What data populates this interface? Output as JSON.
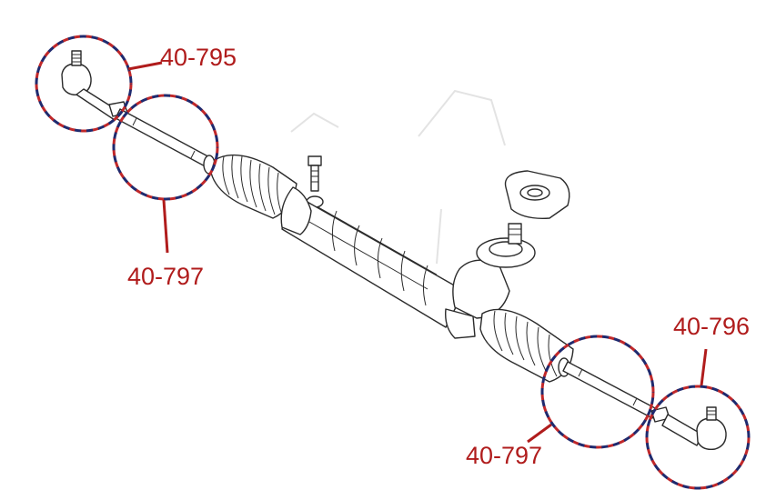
{
  "colors": {
    "callout": "#b01c1c",
    "ring_red": "#c0282a",
    "ring_blue": "#1f2a6e",
    "line_art": "#2b2b2b"
  },
  "callouts": [
    {
      "id": "upper-left-tie-rod-end",
      "label": "40-795"
    },
    {
      "id": "upper-left-inner-tie-rod",
      "label": "40-797"
    },
    {
      "id": "lower-right-inner-tie-rod",
      "label": "40-797"
    },
    {
      "id": "lower-right-tie-rod-end",
      "label": "40-796"
    }
  ]
}
